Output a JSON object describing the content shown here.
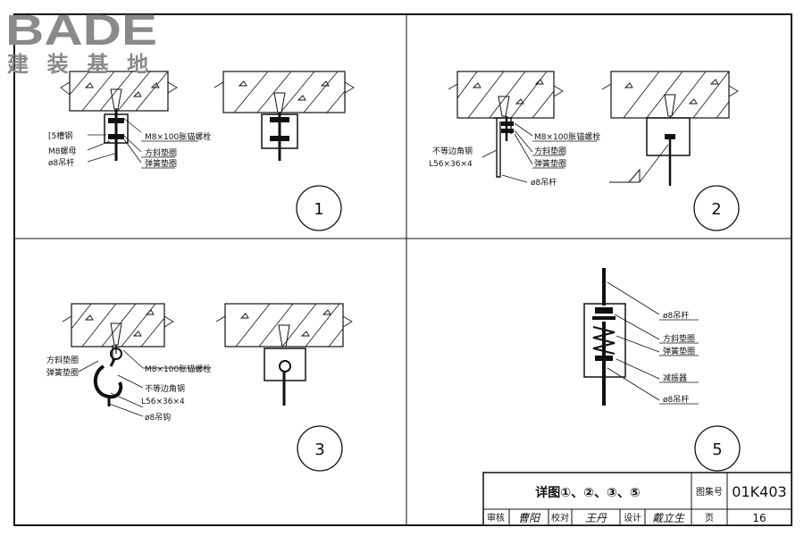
{
  "logo": {
    "latin": "BADE",
    "chinese": "建装基地"
  },
  "panels": {
    "p1": {
      "circle": "1",
      "labels": {
        "channel": "[5槽钢",
        "anchor_bolt": "M8×100胀锚螺栓",
        "nut": "M8螺母",
        "square_washer": "方斜垫圈",
        "rod": "ø8吊杆",
        "spring_washer": "弹簧垫圈"
      }
    },
    "p2": {
      "circle": "2",
      "labels": {
        "angle": "不等边角钢",
        "angle_size": "L56×36×4",
        "anchor_bolt": "M8×100胀锚螺栓",
        "square_washer": "方斜垫圈",
        "spring_washer": "弹簧垫圈",
        "rod": "ø8吊杆"
      }
    },
    "p3": {
      "circle": "3",
      "labels": {
        "square_washer": "方斜垫圈",
        "spring_washer": "弹簧垫圈",
        "anchor_bolt": "M8×100胀锚螺栓",
        "angle": "不等边角钢",
        "angle_size": "L56×36×4",
        "hook": "ø8吊钩"
      }
    },
    "p5": {
      "circle": "5",
      "labels": {
        "rod_top": "ø8吊杆",
        "square_washer": "方斜垫圈",
        "spring_washer": "弹簧垫圈",
        "damper": "减振器",
        "rod_bottom": "ø8吊杆"
      }
    }
  },
  "title_block": {
    "title": "详图①、②、③、⑤",
    "atlas_label": "图集号",
    "atlas_number": "01K403",
    "review_label": "审核",
    "review_sig": "曹阳",
    "check_label": "校对",
    "check_sig": "王丹",
    "design_label": "设计",
    "design_sig": "戴立生",
    "page_label": "页",
    "page_number": "16"
  }
}
